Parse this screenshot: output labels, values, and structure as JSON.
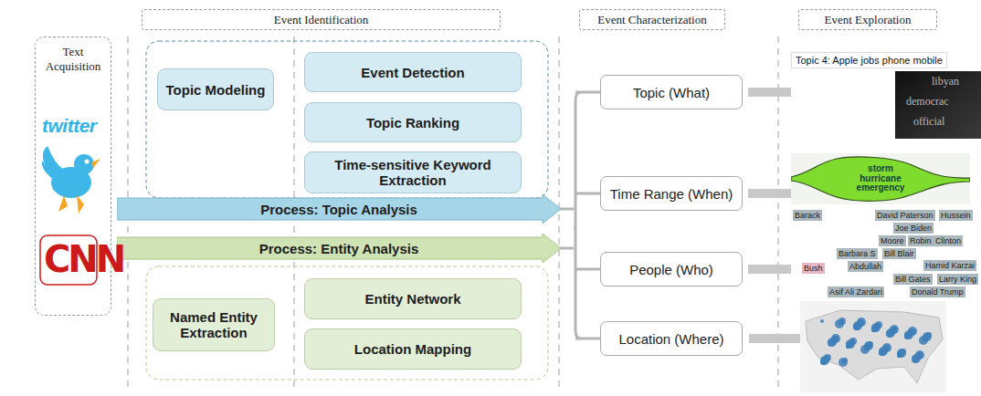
{
  "diagram": {
    "nodes": [
      {
        "text": [
          "Text Acquisition"
        ]
      },
      {
        "text": [
          "Event Identification"
        ]
      },
      {
        "text": [
          "Event Characterization"
        ]
      },
      {
        "text": [
          "Event Exploration"
        ]
      },
      {
        "text": [
          "Topic Modeling"
        ]
      },
      {
        "text": [
          "Event Detection"
        ]
      },
      {
        "text": [
          "Topic Ranking"
        ]
      },
      {
        "text": [
          "Time-sensitive Keyword Extraction"
        ]
      },
      {
        "text": [
          "Process: Topic Analysis"
        ]
      },
      {
        "text": [
          "Process: Entity Analysis"
        ]
      },
      {
        "text": [
          "Named Entity Extraction"
        ]
      },
      {
        "text": [
          "Entity Network"
        ]
      },
      {
        "text": [
          "Location Mapping"
        ]
      },
      {
        "text": [
          "Topic (What)"
        ]
      },
      {
        "text": [
          "Time Range (When)"
        ]
      },
      {
        "text": [
          "People (Who)"
        ]
      },
      {
        "text": [
          "Location (Where)"
        ]
      },
      {
        "text": [
          "Topic 4: Apple jobs phone mobile"
        ]
      },
      {
        "text": [
          "storm hurricane emergency"
        ]
      },
      {
        "text": [
          "Barack",
          "David Paterson",
          "Hussein",
          "Joe Biden",
          "Moore",
          "Robin",
          "Clinton",
          "Barbara S",
          "Bill Blair",
          "Hamid Karzai",
          "Abdullah",
          "Bush",
          "Bill Gates",
          "Larry King",
          "Asif Ali Zardari",
          "Donald Trump"
        ]
      }
    ],
    "edges": [
      {
        "from": 13,
        "to": 17,
        "arrow": "none"
      },
      {
        "from": 14,
        "to": 18,
        "arrow": "none"
      },
      {
        "from": 15,
        "to": 19,
        "arrow": "none"
      }
    ],
    "labels": [
      "twitter",
      "CNN",
      "libyan",
      "democrac",
      "official"
    ]
  }
}
